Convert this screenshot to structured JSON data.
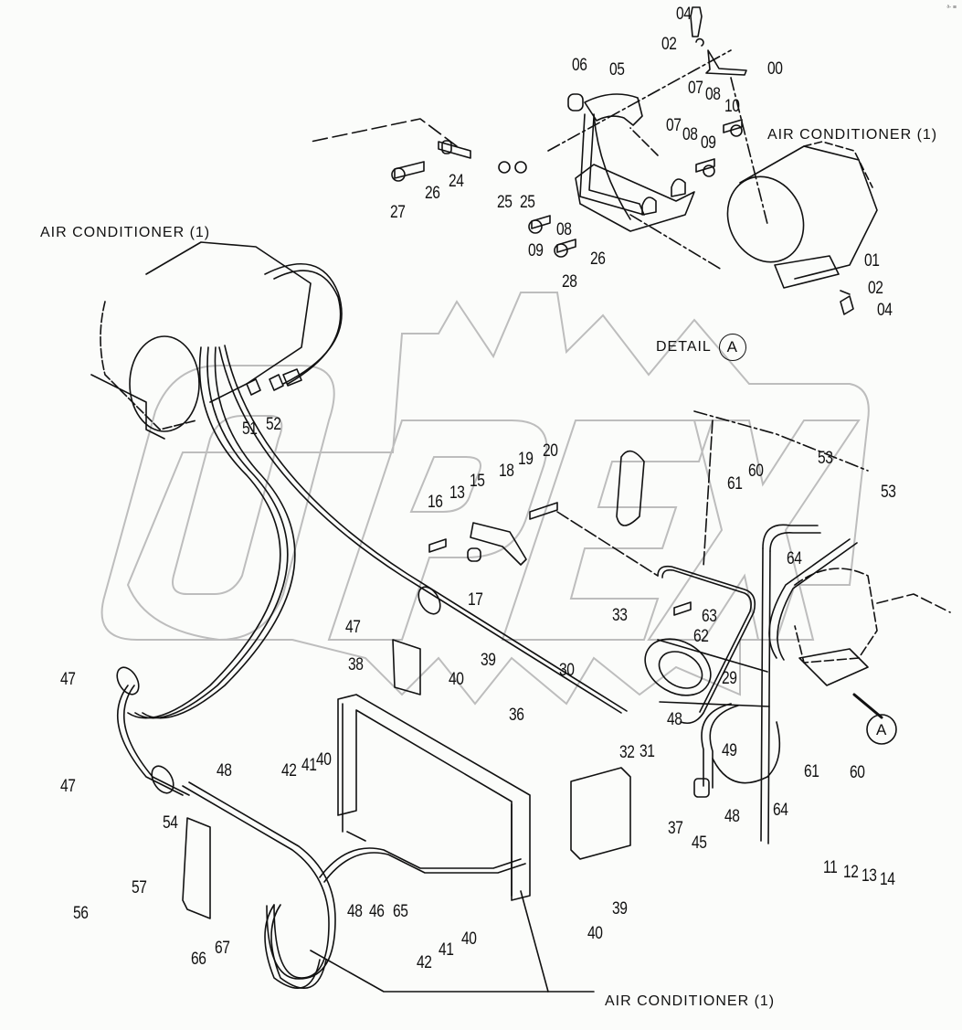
{
  "diagram": {
    "title": "Air conditioner installation parts diagram",
    "watermark": "OPEX",
    "detail_label": "DETAIL",
    "detail_ref": "A",
    "callout_ref": "A",
    "corner_mark": "ᵃ⸱ ≡",
    "assembly_labels": [
      {
        "id": "ac-top-right",
        "text": "AIR  CONDITIONER (1)"
      },
      {
        "id": "ac-top-left",
        "text": "AIR  CONDITIONER (1)"
      },
      {
        "id": "ac-bottom",
        "text": "AIR  CONDITIONER (1)"
      }
    ],
    "part_labels": [
      {
        "num": "04"
      },
      {
        "num": "02"
      },
      {
        "num": "00"
      },
      {
        "num": "06"
      },
      {
        "num": "05"
      },
      {
        "num": "07"
      },
      {
        "num": "08"
      },
      {
        "num": "10"
      },
      {
        "num": "07"
      },
      {
        "num": "08"
      },
      {
        "num": "09"
      },
      {
        "num": "27"
      },
      {
        "num": "26"
      },
      {
        "num": "24"
      },
      {
        "num": "25"
      },
      {
        "num": "25"
      },
      {
        "num": "08"
      },
      {
        "num": "09"
      },
      {
        "num": "26"
      },
      {
        "num": "28"
      },
      {
        "num": "01"
      },
      {
        "num": "02"
      },
      {
        "num": "04"
      },
      {
        "num": "51"
      },
      {
        "num": "52"
      },
      {
        "num": "16"
      },
      {
        "num": "13"
      },
      {
        "num": "15"
      },
      {
        "num": "18"
      },
      {
        "num": "19"
      },
      {
        "num": "20"
      },
      {
        "num": "17"
      },
      {
        "num": "61"
      },
      {
        "num": "60"
      },
      {
        "num": "53"
      },
      {
        "num": "53"
      },
      {
        "num": "64"
      },
      {
        "num": "33"
      },
      {
        "num": "63"
      },
      {
        "num": "62"
      },
      {
        "num": "47"
      },
      {
        "num": "38"
      },
      {
        "num": "39"
      },
      {
        "num": "40"
      },
      {
        "num": "30"
      },
      {
        "num": "29"
      },
      {
        "num": "36"
      },
      {
        "num": "47"
      },
      {
        "num": "32"
      },
      {
        "num": "31"
      },
      {
        "num": "48"
      },
      {
        "num": "49"
      },
      {
        "num": "61"
      },
      {
        "num": "60"
      },
      {
        "num": "47"
      },
      {
        "num": "48"
      },
      {
        "num": "42"
      },
      {
        "num": "41"
      },
      {
        "num": "40"
      },
      {
        "num": "64"
      },
      {
        "num": "48"
      },
      {
        "num": "45"
      },
      {
        "num": "37"
      },
      {
        "num": "11"
      },
      {
        "num": "12"
      },
      {
        "num": "13"
      },
      {
        "num": "14"
      },
      {
        "num": "54"
      },
      {
        "num": "57"
      },
      {
        "num": "56"
      },
      {
        "num": "48"
      },
      {
        "num": "46"
      },
      {
        "num": "65"
      },
      {
        "num": "42"
      },
      {
        "num": "41"
      },
      {
        "num": "40"
      },
      {
        "num": "40"
      },
      {
        "num": "39"
      },
      {
        "num": "66"
      },
      {
        "num": "67"
      }
    ]
  }
}
